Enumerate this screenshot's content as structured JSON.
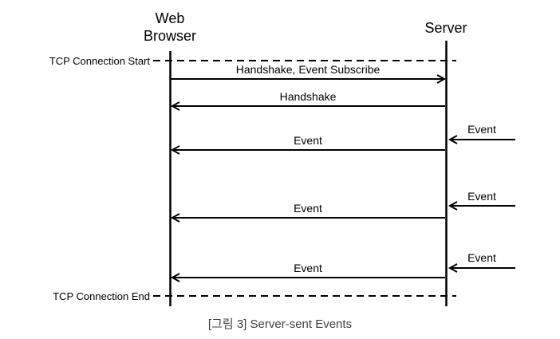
{
  "actors": [
    {
      "name": "Web Browser",
      "label_lines": [
        "Web",
        "Browser"
      ]
    },
    {
      "name": "Server",
      "label_lines": [
        "Server"
      ]
    }
  ],
  "boundaries": [
    {
      "label": "TCP Connection Start"
    },
    {
      "label": "TCP Connection End"
    }
  ],
  "messages": [
    {
      "label": "Handshake, Event Subscribe",
      "from": "Web Browser",
      "to": "Server"
    },
    {
      "label": "Handshake",
      "from": "Server",
      "to": "Web Browser"
    },
    {
      "label": "Event",
      "from": "Server",
      "to": "Web Browser"
    },
    {
      "label": "Event",
      "from": "Server",
      "to": "Web Browser"
    },
    {
      "label": "Event",
      "from": "Server",
      "to": "Web Browser"
    }
  ],
  "external_events": [
    {
      "label": "Event",
      "target": "Server"
    },
    {
      "label": "Event",
      "target": "Server"
    },
    {
      "label": "Event",
      "target": "Server"
    }
  ],
  "caption": "[그림 3] Server-sent Events",
  "colors": {
    "line": "#000000",
    "text": "#000000",
    "caption": "#404040",
    "background": "#ffffff"
  }
}
